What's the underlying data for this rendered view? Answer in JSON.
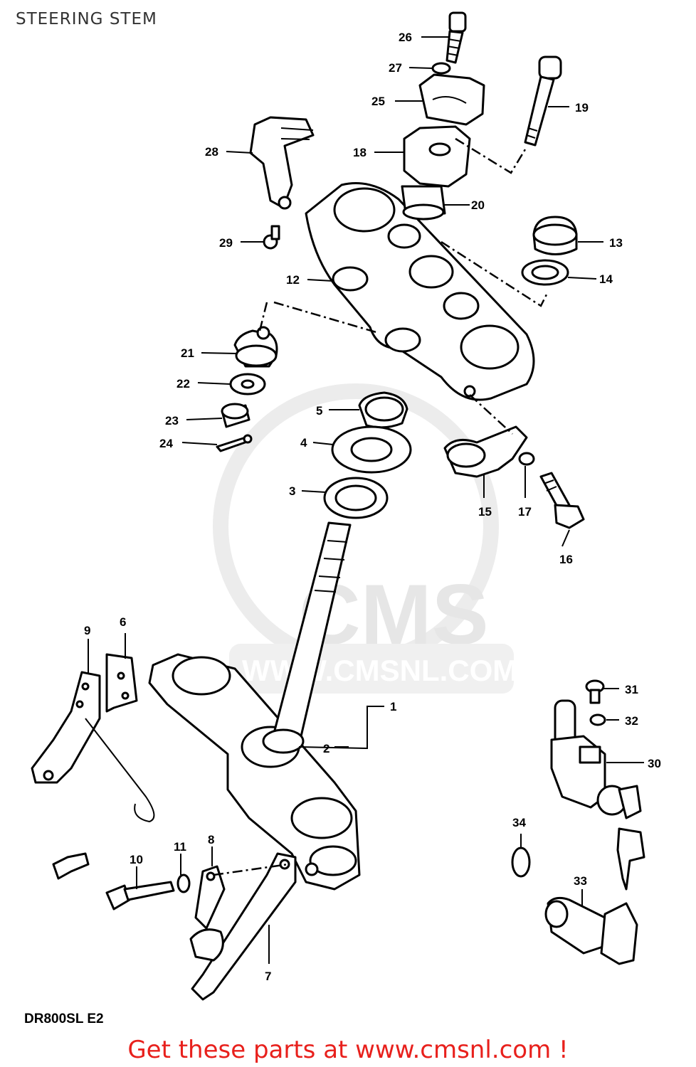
{
  "title": "STEERING STEM",
  "model_label": "DR800SL  E2",
  "footer": "Get these parts at www.cmsnl.com !",
  "watermark": {
    "brand": "CMS",
    "url": "WWW.CMSNL.COM"
  },
  "colors": {
    "footer": "#e8201c",
    "lines": "#000000",
    "watermark": "#e6e6e6"
  },
  "callouts": {
    "p1": "1",
    "p2": "2",
    "p3": "3",
    "p4": "4",
    "p5": "5",
    "p6": "6",
    "p7": "7",
    "p8": "8",
    "p9": "9",
    "p10": "10",
    "p11": "11",
    "p12": "12",
    "p13": "13",
    "p14": "14",
    "p15": "15",
    "p16": "16",
    "p17": "17",
    "p18": "18",
    "p19": "19",
    "p20": "20",
    "p21": "21",
    "p22": "22",
    "p23": "23",
    "p24": "24",
    "p25": "25",
    "p26": "26",
    "p27": "27",
    "p28": "28",
    "p29": "29",
    "p30": "30",
    "p31": "31",
    "p32": "32",
    "p33": "33",
    "p34": "34"
  }
}
